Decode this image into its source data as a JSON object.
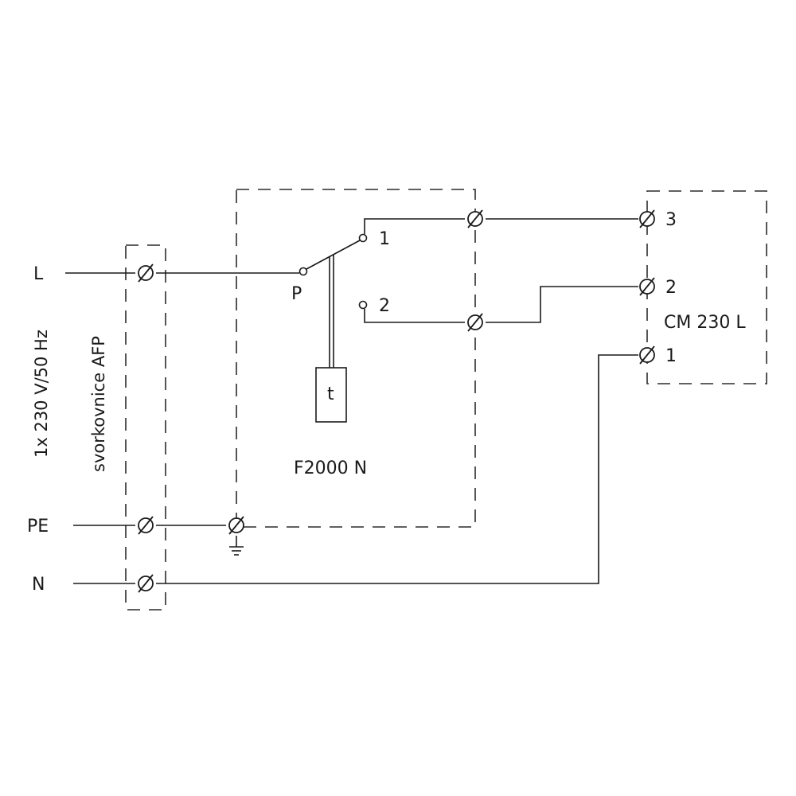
{
  "supply": {
    "spec": "1x 230 V/50 Hz",
    "line_label": "L",
    "pe_label": "PE",
    "neutral_label": "N"
  },
  "terminal_block": {
    "label": "svorkovnice AFP"
  },
  "thermostat": {
    "label": "F2000 N",
    "common_contact": "P",
    "contact_1": "1",
    "contact_2": "2",
    "sensor": "t"
  },
  "actuator": {
    "label": "CM 230 L",
    "terminal_3": "3",
    "terminal_2": "2",
    "terminal_1": "1"
  }
}
